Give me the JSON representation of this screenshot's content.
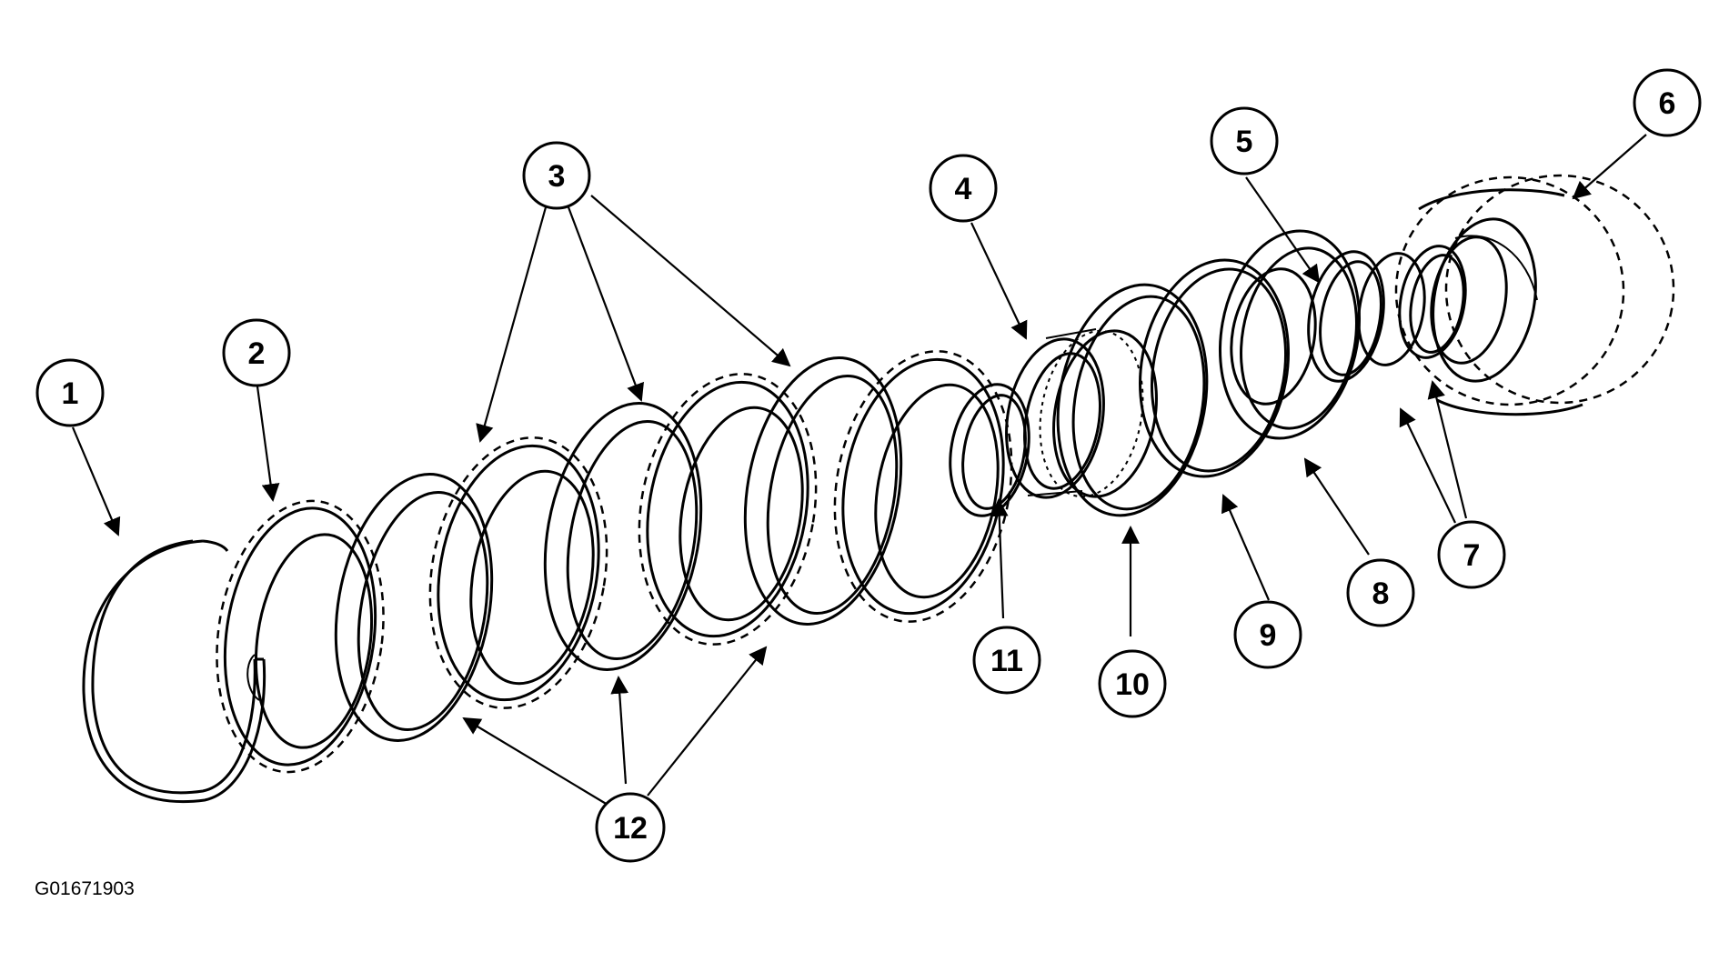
{
  "figure_id": "G01671903",
  "callouts": [
    {
      "id": "1",
      "label": "1"
    },
    {
      "id": "2",
      "label": "2"
    },
    {
      "id": "3",
      "label": "3"
    },
    {
      "id": "4",
      "label": "4"
    },
    {
      "id": "5",
      "label": "5"
    },
    {
      "id": "6",
      "label": "6"
    },
    {
      "id": "7",
      "label": "7"
    },
    {
      "id": "8",
      "label": "8"
    },
    {
      "id": "9",
      "label": "9"
    },
    {
      "id": "10",
      "label": "10"
    },
    {
      "id": "11",
      "label": "11"
    },
    {
      "id": "12",
      "label": "12"
    }
  ],
  "colors": {
    "line": "#000000",
    "background": "#ffffff"
  }
}
